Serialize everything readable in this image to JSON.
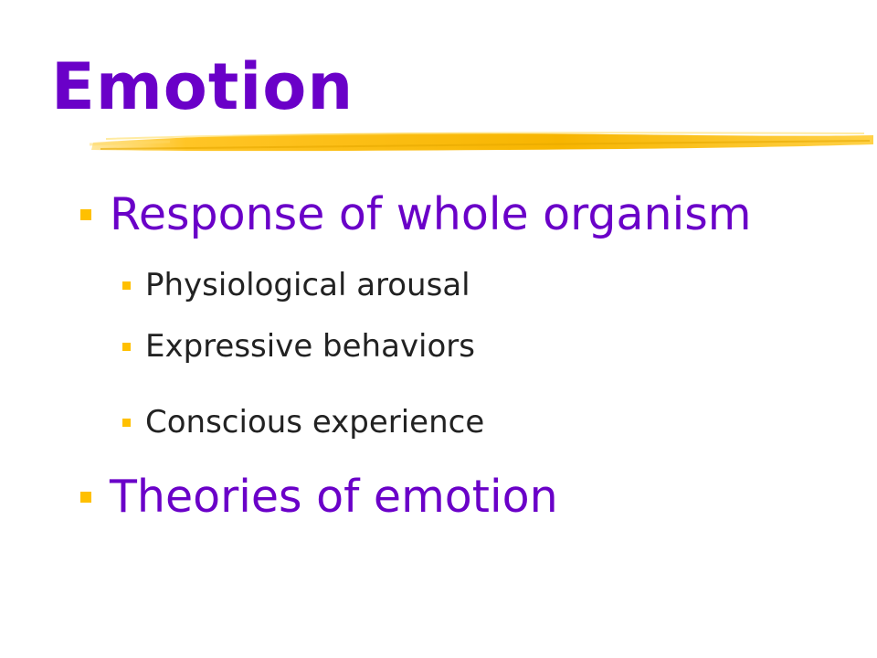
{
  "slide": {
    "title": "Emotion",
    "bullets": [
      {
        "text": "Response of whole organism",
        "sub_bullets": [
          "Physiological arousal",
          "Expressive behaviors",
          "Conscious experience"
        ]
      },
      {
        "text": "Theories of emotion"
      }
    ]
  },
  "colors": {
    "title": "#6a00c8",
    "bullet_square": "#ffc000",
    "sub_text": "#222222",
    "underline": "#ffc000"
  }
}
